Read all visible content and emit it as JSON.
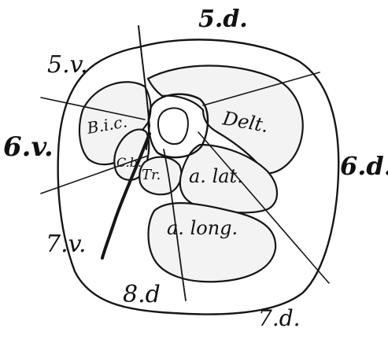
{
  "figure": {
    "nerve_labels": [
      "5.d.",
      "5.v.",
      "6.v.",
      "6.d.",
      "7.v.",
      "8.d",
      "7.d."
    ],
    "muscle_labels": [
      "Delt.",
      "B.i.c.",
      "C.b.",
      "Tr.",
      "a. lat.",
      "a. long."
    ],
    "colors": {
      "ink": "#161616",
      "muscle_fill": "#f3f3f3",
      "stipple": "#3a3a3a",
      "background": "#ffffff"
    }
  }
}
